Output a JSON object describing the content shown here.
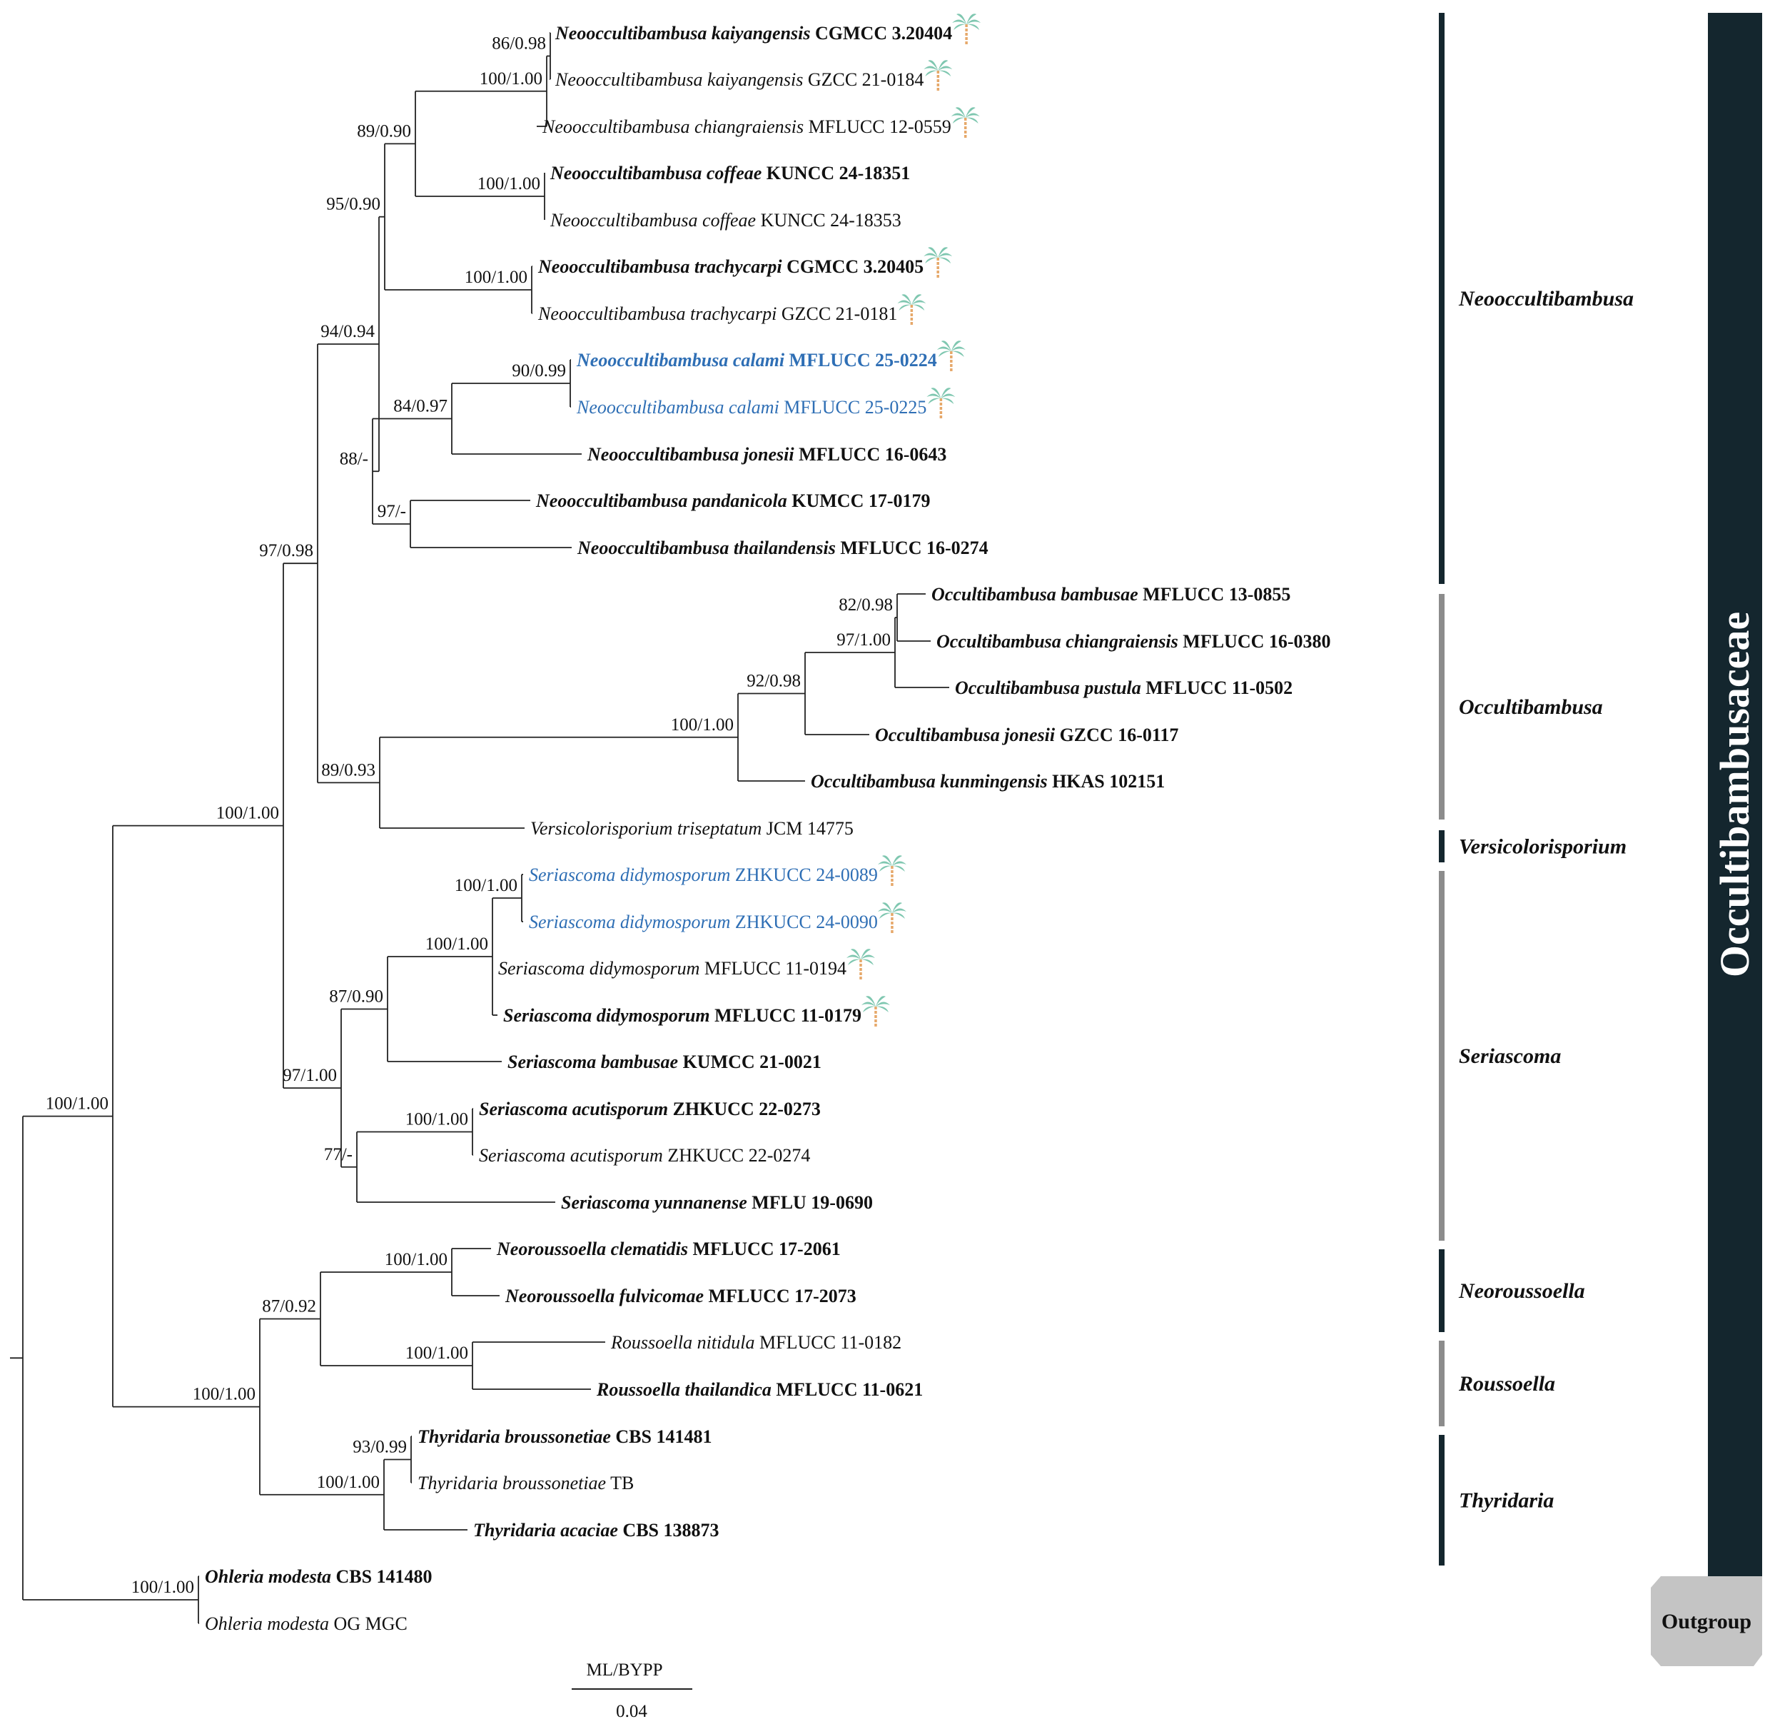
{
  "family_label": "Occultibambusaceae",
  "outgroup_label": "Outgroup",
  "colors": {
    "branch": "#222222",
    "text": "#111111",
    "new_record": "#2f6fb5",
    "family_bar": "#14262e",
    "clade_dark": "#14262e",
    "clade_grey": "#8c8c8c",
    "outgroup_box": "#c4c4c4",
    "palm_leaf": "#7fc7b0",
    "palm_trunk": "#e6a86a"
  },
  "palm_icon": "palm-tree-icon",
  "taxa": [
    {
      "id": "t1",
      "epithet": "Neooccultibambusa kaiyangensis",
      "strain": "CGMCC 3.20404",
      "bold": true,
      "blue": false,
      "palm": true
    },
    {
      "id": "t2",
      "epithet": "Neooccultibambusa kaiyangensis",
      "strain": "GZCC 21-0184",
      "bold": false,
      "blue": false,
      "palm": true
    },
    {
      "id": "t3",
      "epithet": "Neooccultibambusa chiangraiensis",
      "strain": "MFLUCC 12-0559",
      "bold": false,
      "blue": false,
      "palm": true
    },
    {
      "id": "t4",
      "epithet": "Neooccultibambusa coffeae",
      "strain": "KUNCC 24-18351",
      "bold": true,
      "blue": false,
      "palm": false
    },
    {
      "id": "t5",
      "epithet": "Neooccultibambusa coffeae",
      "strain": "KUNCC 24-18353",
      "bold": false,
      "blue": false,
      "palm": false
    },
    {
      "id": "t6",
      "epithet": "Neooccultibambusa trachycarpi",
      "strain": "CGMCC 3.20405",
      "bold": true,
      "blue": false,
      "palm": true
    },
    {
      "id": "t7",
      "epithet": "Neooccultibambusa trachycarpi",
      "strain": "GZCC 21-0181",
      "bold": false,
      "blue": false,
      "palm": true
    },
    {
      "id": "t8",
      "epithet": "Neooccultibambusa calami",
      "strain": "MFLUCC 25-0224",
      "bold": true,
      "blue": true,
      "palm": true
    },
    {
      "id": "t9",
      "epithet": "Neooccultibambusa calami",
      "strain": "MFLUCC 25-0225",
      "bold": false,
      "blue": true,
      "palm": true
    },
    {
      "id": "t10",
      "epithet": "Neooccultibambusa jonesii",
      "strain": "MFLUCC 16-0643",
      "bold": true,
      "blue": false,
      "palm": false
    },
    {
      "id": "t11",
      "epithet": "Neooccultibambusa pandanicola",
      "strain": "KUMCC 17-0179",
      "bold": true,
      "blue": false,
      "palm": false
    },
    {
      "id": "t12",
      "epithet": "Neooccultibambusa thailandensis",
      "strain": "MFLUCC 16-0274",
      "bold": true,
      "blue": false,
      "palm": false
    },
    {
      "id": "t13",
      "epithet": "Occultibambusa bambusae",
      "strain": "MFLUCC 13-0855",
      "bold": true,
      "blue": false,
      "palm": false
    },
    {
      "id": "t14",
      "epithet": "Occultibambusa chiangraiensis",
      "strain": "MFLUCC 16-0380",
      "bold": true,
      "blue": false,
      "palm": false
    },
    {
      "id": "t15",
      "epithet": "Occultibambusa pustula",
      "strain": "MFLUCC 11-0502",
      "bold": true,
      "blue": false,
      "palm": false
    },
    {
      "id": "t16",
      "epithet": "Occultibambusa jonesii",
      "strain": "GZCC 16-0117",
      "bold": true,
      "blue": false,
      "palm": false
    },
    {
      "id": "t17",
      "epithet": "Occultibambusa kunmingensis",
      "strain": "HKAS 102151",
      "bold": true,
      "blue": false,
      "palm": false
    },
    {
      "id": "t18",
      "epithet": "Versicolorisporium triseptatum",
      "strain": "JCM 14775",
      "bold": false,
      "blue": false,
      "palm": false
    },
    {
      "id": "t19",
      "epithet": "Seriascoma didymosporum",
      "strain": "ZHKUCC 24-0089",
      "bold": false,
      "blue": true,
      "palm": true
    },
    {
      "id": "t20",
      "epithet": "Seriascoma didymosporum",
      "strain": "ZHKUCC 24-0090",
      "bold": false,
      "blue": true,
      "palm": true
    },
    {
      "id": "t21",
      "epithet": "Seriascoma didymosporum",
      "strain": "MFLUCC 11-0194",
      "bold": false,
      "blue": false,
      "palm": true
    },
    {
      "id": "t22",
      "epithet": "Seriascoma didymosporum",
      "strain": "MFLUCC 11-0179",
      "bold": true,
      "blue": false,
      "palm": true
    },
    {
      "id": "t23",
      "epithet": "Seriascoma bambusae",
      "strain": "KUMCC 21-0021",
      "bold": true,
      "blue": false,
      "palm": false
    },
    {
      "id": "t24",
      "epithet": "Seriascoma acutisporum",
      "strain": "ZHKUCC 22-0273",
      "bold": true,
      "blue": false,
      "palm": false
    },
    {
      "id": "t25",
      "epithet": "Seriascoma acutisporum",
      "strain": "ZHKUCC 22-0274",
      "bold": false,
      "blue": false,
      "palm": false
    },
    {
      "id": "t26",
      "epithet": "Seriascoma yunnanense",
      "strain": "MFLU 19-0690",
      "bold": true,
      "blue": false,
      "palm": false
    },
    {
      "id": "t27",
      "epithet": "Neoroussoella clematidis",
      "strain": "MFLUCC 17-2061",
      "bold": true,
      "blue": false,
      "palm": false
    },
    {
      "id": "t28",
      "epithet": "Neoroussoella fulvicomae",
      "strain": "MFLUCC 17-2073",
      "bold": true,
      "blue": false,
      "palm": false
    },
    {
      "id": "t29",
      "epithet": "Roussoella nitidula",
      "strain": "MFLUCC 11-0182",
      "bold": false,
      "blue": false,
      "palm": false
    },
    {
      "id": "t30",
      "epithet": "Roussoella thailandica",
      "strain": "MFLUCC 11-0621",
      "bold": true,
      "blue": false,
      "palm": false
    },
    {
      "id": "t31",
      "epithet": "Thyridaria broussonetiae",
      "strain": "CBS 141481",
      "bold": true,
      "blue": false,
      "palm": false
    },
    {
      "id": "t32",
      "epithet": "Thyridaria broussonetiae",
      "strain": " TB",
      "bold": false,
      "blue": false,
      "palm": false
    },
    {
      "id": "t33",
      "epithet": "Thyridaria acaciae",
      "strain": " CBS 138873",
      "bold": true,
      "blue": false,
      "palm": false
    },
    {
      "id": "t34",
      "epithet": "Ohleria modesta",
      "strain": "CBS 141480",
      "bold": true,
      "blue": false,
      "palm": false
    },
    {
      "id": "t35",
      "epithet": "Ohleria modesta",
      "strain": "OG MGC",
      "bold": false,
      "blue": false,
      "palm": false
    }
  ],
  "tree": {
    "children": [
      {
        "support": "100/1.00",
        "children": [
          {
            "support": "100/1.00",
            "children": [
              {
                "support": "97/0.98",
                "children": [
                  {
                    "support": "94/0.94",
                    "children": [
                      {
                        "support": "95/0.90",
                        "children": [
                          {
                            "support": "89/0.90",
                            "children": [
                              {
                                "support": "100/1.00",
                                "children": [
                                  {
                                    "support": "86/0.98",
                                    "children": [
                                      {
                                        "taxon": "t1"
                                      },
                                      {
                                        "taxon": "t2"
                                      }
                                    ]
                                  },
                                  {
                                    "taxon": "t3"
                                  }
                                ]
                              },
                              {
                                "support": "100/1.00",
                                "children": [
                                  {
                                    "taxon": "t4"
                                  },
                                  {
                                    "taxon": "t5"
                                  }
                                ]
                              }
                            ]
                          },
                          {
                            "support": "100/1.00",
                            "children": [
                              {
                                "taxon": "t6"
                              },
                              {
                                "taxon": "t7"
                              }
                            ]
                          }
                        ]
                      },
                      {
                        "support": "88/-",
                        "children": [
                          {
                            "support": "84/0.97",
                            "children": [
                              {
                                "support": "90/0.99",
                                "children": [
                                  {
                                    "taxon": "t8"
                                  },
                                  {
                                    "taxon": "t9"
                                  }
                                ]
                              },
                              {
                                "taxon": "t10"
                              }
                            ]
                          },
                          {
                            "support": "97/-",
                            "children": [
                              {
                                "taxon": "t11"
                              },
                              {
                                "taxon": "t12"
                              }
                            ]
                          }
                        ]
                      }
                    ]
                  },
                  {
                    "support": "89/0.93",
                    "children": [
                      {
                        "support": "100/1.00",
                        "children": [
                          {
                            "support": "92/0.98",
                            "children": [
                              {
                                "support": "97/1.00",
                                "children": [
                                  {
                                    "support": "82/0.98",
                                    "children": [
                                      {
                                        "taxon": "t13"
                                      },
                                      {
                                        "taxon": "t14"
                                      }
                                    ]
                                  },
                                  {
                                    "taxon": "t15"
                                  }
                                ]
                              },
                              {
                                "taxon": "t16"
                              }
                            ]
                          },
                          {
                            "taxon": "t17"
                          }
                        ]
                      },
                      {
                        "taxon": "t18"
                      }
                    ]
                  }
                ]
              },
              {
                "support": "97/1.00",
                "children": [
                  {
                    "support": "87/0.90",
                    "children": [
                      {
                        "support": "100/1.00",
                        "children": [
                          {
                            "support": "100/1.00",
                            "children": [
                              {
                                "taxon": "t19"
                              },
                              {
                                "taxon": "t20"
                              }
                            ]
                          },
                          {
                            "taxon": "t21"
                          },
                          {
                            "taxon": "t22"
                          }
                        ]
                      },
                      {
                        "taxon": "t23"
                      }
                    ]
                  },
                  {
                    "support": "77/-",
                    "children": [
                      {
                        "support": "100/1.00",
                        "children": [
                          {
                            "taxon": "t24"
                          },
                          {
                            "taxon": "t25"
                          }
                        ]
                      },
                      {
                        "taxon": "t26"
                      }
                    ]
                  }
                ]
              }
            ]
          },
          {
            "support": "100/1.00",
            "children": [
              {
                "support": "87/0.92",
                "children": [
                  {
                    "support": "100/1.00",
                    "children": [
                      {
                        "taxon": "t27"
                      },
                      {
                        "taxon": "t28"
                      }
                    ]
                  },
                  {
                    "support": "100/1.00",
                    "children": [
                      {
                        "taxon": "t29"
                      },
                      {
                        "taxon": "t30"
                      }
                    ]
                  }
                ]
              },
              {
                "support": "100/1.00",
                "children": [
                  {
                    "support": "93/0.99",
                    "children": [
                      {
                        "taxon": "t31"
                      },
                      {
                        "taxon": "t32"
                      }
                    ]
                  },
                  {
                    "taxon": "t33"
                  }
                ]
              }
            ]
          }
        ]
      },
      {
        "support": "100/1.00",
        "children": [
          {
            "taxon": "t34"
          },
          {
            "taxon": "t35"
          }
        ]
      }
    ]
  },
  "clades": [
    {
      "id": "c1",
      "label": "Neooccultibambusa",
      "from": "t1",
      "to": "t12",
      "shade": "dark"
    },
    {
      "id": "c2",
      "label": "Occultibambusa",
      "from": "t13",
      "to": "t17",
      "shade": "grey"
    },
    {
      "id": "c3",
      "label": "Versicolorisporium",
      "from": "t18",
      "to": "t18",
      "shade": "dark"
    },
    {
      "id": "c4",
      "label": "Seriascoma",
      "from": "t19",
      "to": "t26",
      "shade": "grey"
    },
    {
      "id": "c5",
      "label": "Neoroussoella",
      "from": "t27",
      "to": "t28",
      "shade": "dark"
    },
    {
      "id": "c6",
      "label": "Roussoella",
      "from": "t29",
      "to": "t30",
      "shade": "grey"
    },
    {
      "id": "c7",
      "label": "Thyridaria",
      "from": "t31",
      "to": "t33",
      "shade": "dark"
    }
  ],
  "scale": {
    "label": "ML/BYPP",
    "value": "0.04"
  }
}
